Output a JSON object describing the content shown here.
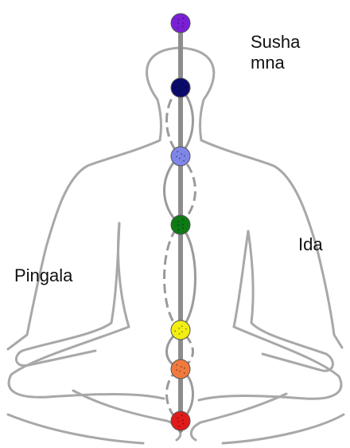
{
  "labels": {
    "sushumna": "Sushamna",
    "ida": "Ida",
    "pingala": "Pingala"
  },
  "chakras": [
    {
      "name": "crown",
      "color": "#7a1fd6"
    },
    {
      "name": "third-eye",
      "color": "#0b0b6b"
    },
    {
      "name": "throat",
      "color": "#7f86e8"
    },
    {
      "name": "heart",
      "color": "#0d7a14"
    },
    {
      "name": "solar-plexus",
      "color": "#f2ee12"
    },
    {
      "name": "sacral",
      "color": "#f07a3e"
    },
    {
      "name": "root",
      "color": "#e01b1b"
    }
  ],
  "colors": {
    "outline": "#a8a8a8",
    "spine": "#8d8d8d",
    "nadi": "#9a9a9a"
  }
}
